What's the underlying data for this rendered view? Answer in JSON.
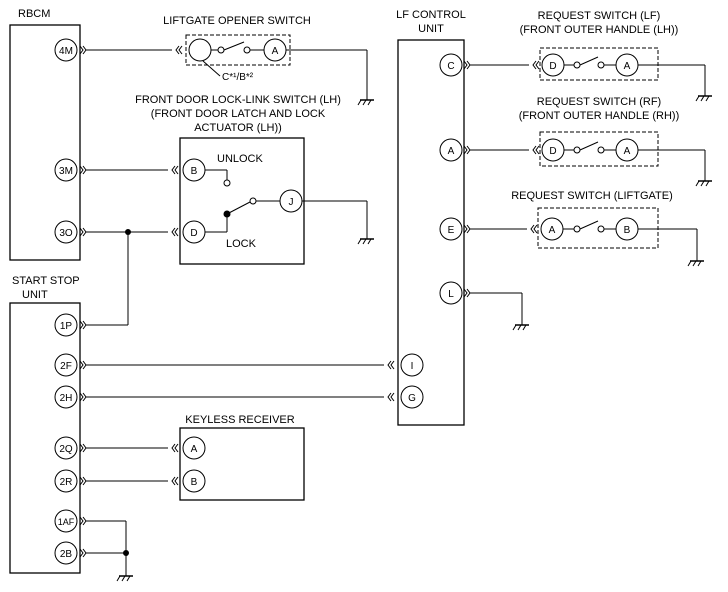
{
  "title": "",
  "components": {
    "rbcm": {
      "label": "RBCM",
      "pins": [
        "4M",
        "3M",
        "3O"
      ]
    },
    "start_stop_unit": {
      "label_line1": "START STOP",
      "label_line2": "UNIT",
      "pins": [
        "1P",
        "2F",
        "2H",
        "2Q",
        "2R",
        "1AF",
        "2B"
      ]
    },
    "liftgate_opener_switch": {
      "label": "LIFTGATE OPENER SWITCH",
      "note": "C*¹/B*²",
      "terminal": "A"
    },
    "front_door_lock_link_switch": {
      "label_line1": "FRONT DOOR LOCK-LINK SWITCH (LH)",
      "label_line2": "(FRONT DOOR LATCH AND LOCK",
      "label_line3": "ACTUATOR (LH))",
      "unlock": "UNLOCK",
      "lock": "LOCK",
      "terminals": [
        "B",
        "D",
        "J"
      ]
    },
    "keyless_receiver": {
      "label": "KEYLESS RECEIVER",
      "terminals": [
        "A",
        "B"
      ]
    },
    "lf_control_unit": {
      "label_line1": "LF CONTROL",
      "label_line2": "UNIT",
      "pins": [
        "C",
        "A",
        "E",
        "L",
        "I",
        "G"
      ]
    },
    "request_switch_lf": {
      "label_line1": "REQUEST SWITCH (LF)",
      "label_line2": "(FRONT OUTER HANDLE (LH))",
      "terminals": [
        "D",
        "A"
      ]
    },
    "request_switch_rf": {
      "label_line1": "REQUEST SWITCH (RF)",
      "label_line2": "(FRONT OUTER HANDLE (RH))",
      "terminals": [
        "D",
        "A"
      ]
    },
    "request_switch_liftgate": {
      "label": "REQUEST SWITCH (LIFTGATE)",
      "terminals": [
        "A",
        "B"
      ]
    }
  }
}
